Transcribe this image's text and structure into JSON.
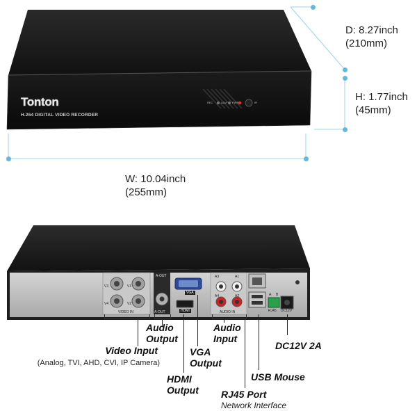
{
  "front_panel": {
    "brand": "Tonton",
    "model": "H.264 DIGITAL VIDEO RECORDER",
    "indicators": [
      "REC",
      "ALM",
      "PWR"
    ],
    "ir_label": "IR"
  },
  "dimensions": {
    "depth": {
      "line1": "D: 8.27inch",
      "line2": "(210mm)"
    },
    "height": {
      "line1": "H: 1.77inch",
      "line2": "(45mm)"
    },
    "width": {
      "line1": "W: 10.04inch",
      "line2": "(255mm)"
    }
  },
  "rear_panel": {
    "bnc_labels": [
      "V3",
      "V1",
      "V4",
      "V2"
    ],
    "video_in_label": "VIDEO IN",
    "aout_top_label": "A-OUT",
    "aout_label": "A-OUT",
    "vga_label": "VGA",
    "hdmi_label": "HDMI",
    "audio_in_top": [
      "A3",
      "A1",
      "A4",
      "A2"
    ],
    "audio_in_label": "AUDIO IN",
    "rj45_label": "RJ45",
    "dc_label": "DC12V",
    "ab_labels": [
      "A",
      "B"
    ]
  },
  "callouts": {
    "audio_output": {
      "line1": "Audio",
      "line2": "Output"
    },
    "video_input": {
      "line1": "Video Input",
      "sub": "(Analog, TVI, AHD, CVI, IP Camera)"
    },
    "vga_output": {
      "line1": "VGA",
      "line2": "Output"
    },
    "hdmi_output": {
      "line1": "HDMI",
      "line2": "Output"
    },
    "audio_input": {
      "line1": "Audio",
      "line2": "Input"
    },
    "rj45_port": {
      "line1": "RJ45 Port",
      "sub": "Network Interface"
    },
    "usb_mouse": {
      "line1": "USB Mouse"
    },
    "dc_power": {
      "line1": "DC12V  2A"
    }
  }
}
